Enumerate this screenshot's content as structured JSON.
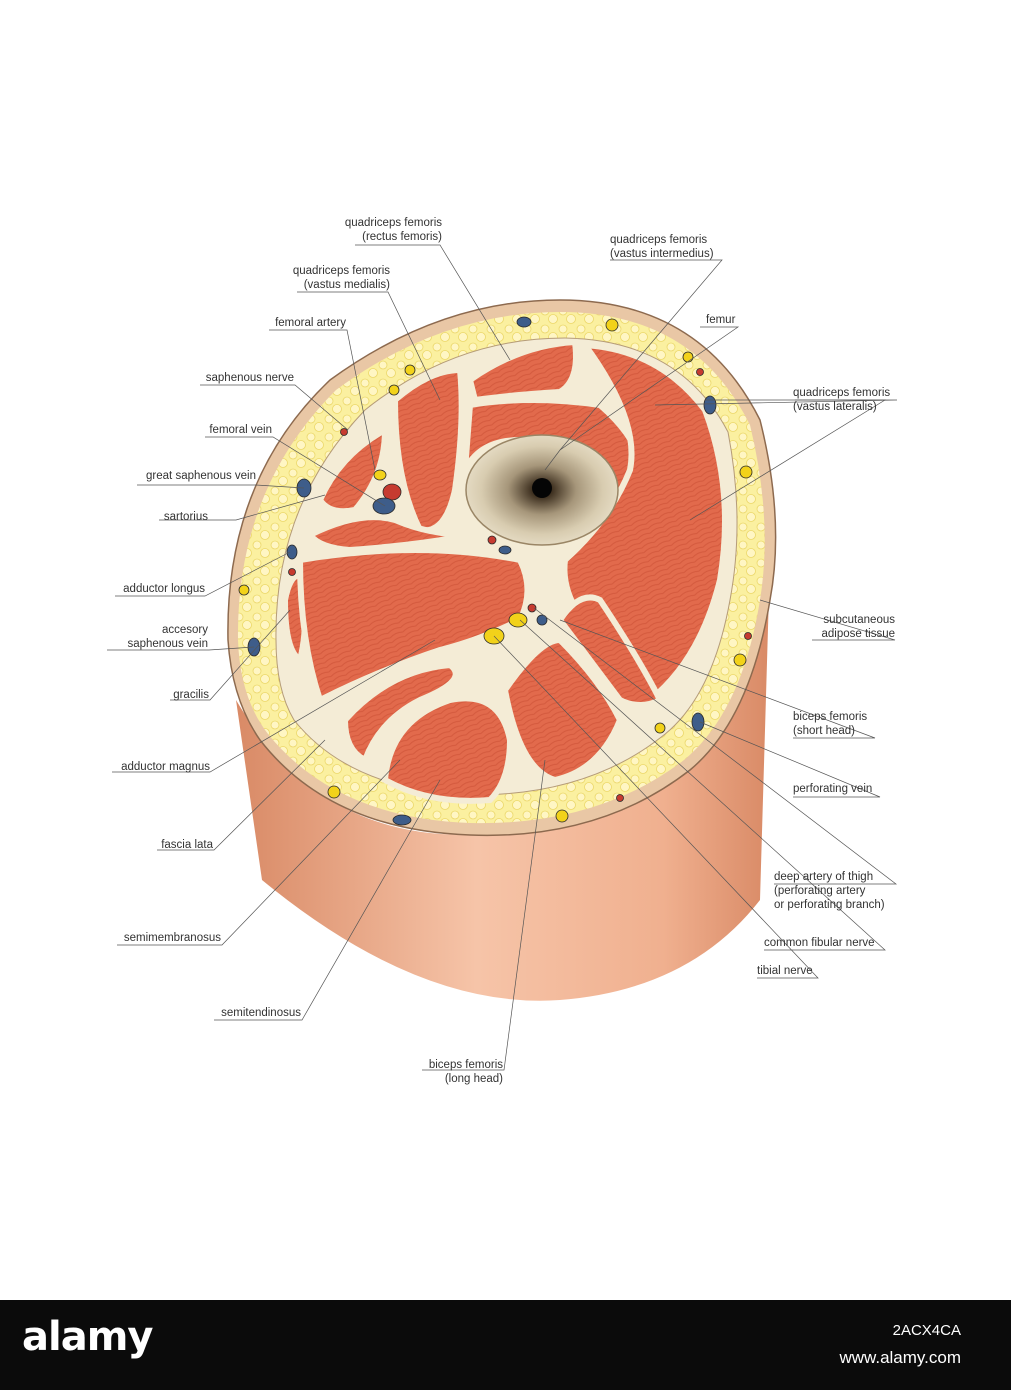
{
  "labels": {
    "rectus_femoris": [
      "quadriceps femoris",
      "(rectus femoris)"
    ],
    "vastus_intermedius": [
      "quadriceps femoris",
      "(vastus intermedius)"
    ],
    "vastus_medialis": [
      "quadriceps femoris",
      "(vastus medialis)"
    ],
    "femoral_artery": [
      "femoral artery"
    ],
    "femur": [
      "femur"
    ],
    "saphenous_nerve": [
      "saphenous nerve"
    ],
    "vastus_lateralis": [
      "quadriceps femoris",
      "(vastus lateralis)"
    ],
    "femoral_vein": [
      "femoral vein"
    ],
    "great_saphenous_vein": [
      "great saphenous vein"
    ],
    "sartorius": [
      "sartorius"
    ],
    "adductor_longus": [
      "adductor longus"
    ],
    "subcutaneous": [
      "subcutaneous",
      "adipose tissue"
    ],
    "accessory_saphenous": [
      "accesory",
      "saphenous vein"
    ],
    "gracilis": [
      "gracilis"
    ],
    "biceps_short": [
      "biceps femoris",
      "(short head)"
    ],
    "adductor_magnus": [
      "adductor magnus"
    ],
    "perforating_vein": [
      "perforating vein"
    ],
    "fascia_lata": [
      "fascia lata"
    ],
    "deep_artery": [
      "deep artery of thigh",
      "(perforating artery",
      "or perforating branch)"
    ],
    "semimembranosus": [
      "semimembranosus"
    ],
    "common_fibular": [
      "common fibular nerve"
    ],
    "tibial_nerve": [
      "tibial nerve"
    ],
    "semitendinosus": [
      "semitendinosus"
    ],
    "biceps_long": [
      "biceps femoris",
      "(long head)"
    ]
  },
  "footer": {
    "brand": "alamy",
    "image_id": "2ACX4CA",
    "site": "www.alamy.com"
  },
  "colors": {
    "muscle": "#e0674a",
    "fat": "#f6e67a",
    "fascia": "#f3ecd8",
    "bone": "#d9cdb0",
    "vein": "#3e5d8a",
    "artery": "#c63b30",
    "nerve": "#f2d21a",
    "skin": "#e9a788"
  }
}
